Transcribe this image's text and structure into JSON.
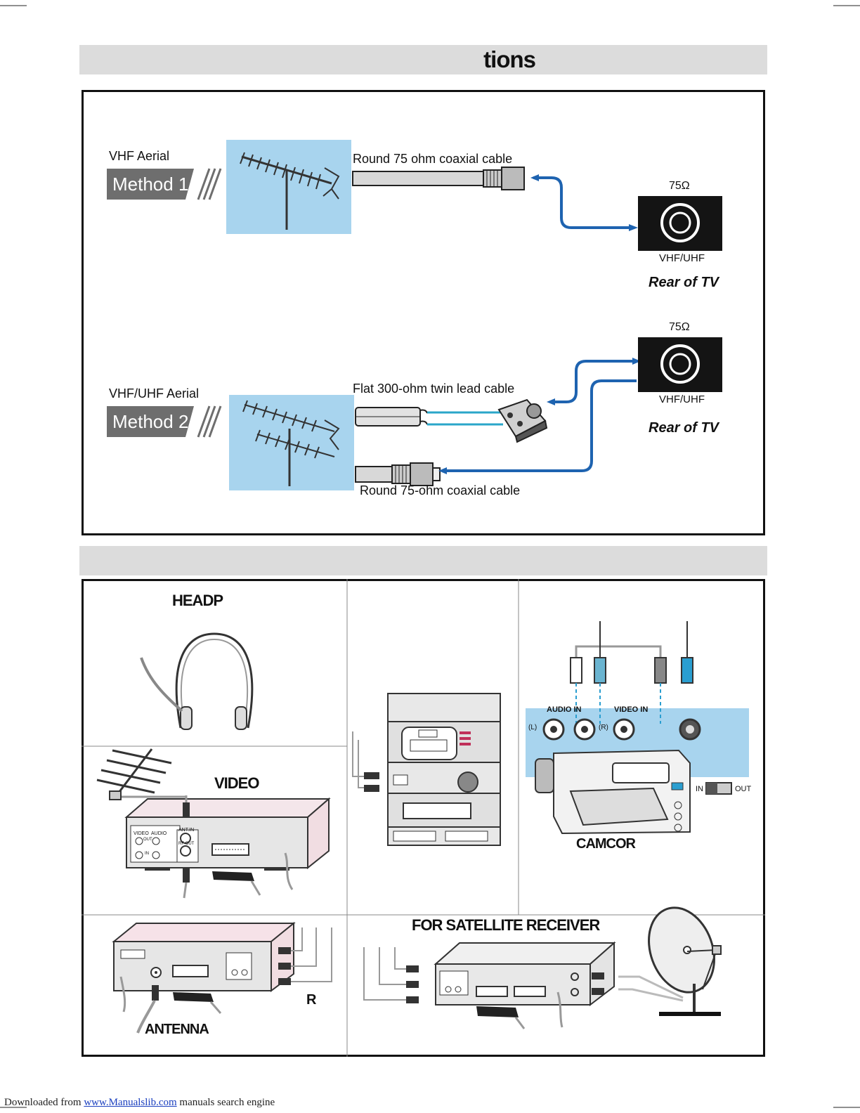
{
  "header_bar": {
    "title": "tions"
  },
  "aerial_section": {
    "method1": {
      "aerial_label": "VHF Aerial",
      "badge": "Method 1",
      "cable_label": "Round 75 ohm coaxial cable",
      "jack_ohm": "75Ω",
      "jack_label": "VHF/UHF",
      "rear_label": "Rear of TV"
    },
    "method2": {
      "aerial_label": "VHF/UHF Aerial",
      "badge": "Method 2",
      "twin_cable_label": "Flat 300-ohm twin lead cable",
      "coax_cable_label": "Round 75-ohm coaxial cable",
      "jack_ohm": "75Ω",
      "jack_label": "VHF/UHF",
      "rear_label": "Rear of TV"
    }
  },
  "connections": {
    "headphones_title": "HEADP",
    "video_title": "VIDEO",
    "vcr_labels": {
      "video": "VIDEO",
      "audio": "AUDIO",
      "out": "OUT",
      "in": "IN",
      "ant_in": "ANT.IN",
      "rf_out": "RF OUT"
    },
    "camcorder": {
      "audio_in": "AUDIO  IN",
      "video_in": "VIDEO IN",
      "left": "(L)",
      "right": "(R)",
      "switch_in": "IN",
      "switch_out": "OUT",
      "title": "CAMCOR"
    },
    "decoder_r": "R",
    "antenna_label": "ANTENNA",
    "satellite_title": "FOR SATELLITE RECEIVER"
  },
  "footer": {
    "prefix": "Downloaded from ",
    "link": "www.Manualslib.com",
    "suffix": "  manuals search engine"
  }
}
